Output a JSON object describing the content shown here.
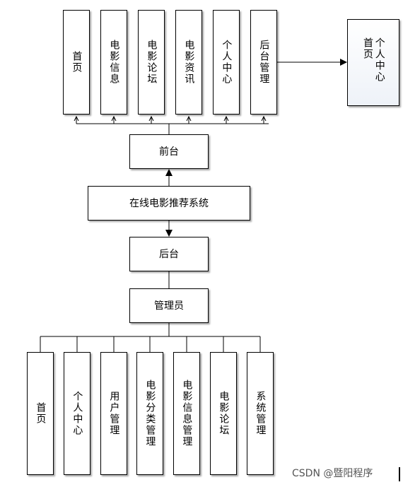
{
  "diagram": {
    "front_items": [
      "首页",
      "电影信息",
      "电影论坛",
      "电影资讯",
      "个人中心",
      "后台管理"
    ],
    "right_box": "个人中心首页",
    "front_label": "前台",
    "system_label": "在线电影推荐系统",
    "back_label": "后台",
    "admin_label": "管理员",
    "admin_items": [
      "首页",
      "个人中心",
      "用户管理",
      "电影分类管理",
      "电影信息管理",
      "电影论坛",
      "系统管理"
    ]
  },
  "watermark": "CSDN @暨阳程序"
}
